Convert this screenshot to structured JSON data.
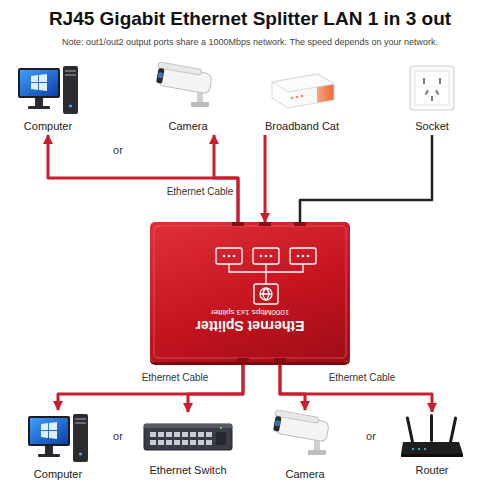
{
  "diagram": {
    "title": "RJ45 Gigabit Ethernet Splitter LAN 1 in 3 out",
    "nodes": [
      {
        "text": [
          "Computer"
        ]
      },
      {
        "text": [
          "Camera"
        ]
      },
      {
        "text": [
          "Broadband Cat"
        ]
      },
      {
        "text": [
          "Socket"
        ]
      },
      {
        "text": [
          "Ethernet Splitter",
          "1000Mbps 1x3 splitter"
        ]
      },
      {
        "text": [
          "Computer"
        ]
      },
      {
        "text": [
          "Ethernet Switch"
        ]
      },
      {
        "text": [
          "Camera"
        ]
      },
      {
        "text": [
          "Router"
        ]
      }
    ],
    "edges": [
      {
        "from": 4,
        "to": 0,
        "arrow": "to"
      },
      {
        "from": 4,
        "to": 1,
        "arrow": "to"
      },
      {
        "from": 2,
        "to": 4,
        "arrow": "to"
      },
      {
        "from": 3,
        "to": 4,
        "arrow": "none"
      },
      {
        "from": 4,
        "to": 5,
        "arrow": "to"
      },
      {
        "from": 4,
        "to": 6,
        "arrow": "to"
      },
      {
        "from": 4,
        "to": 7,
        "arrow": "to"
      },
      {
        "from": 4,
        "to": 8,
        "arrow": "to"
      }
    ],
    "labels": [
      "Note: out1/out2 output ports share a 1000Mbps network. The speed depends on your network.",
      "or",
      "Ethernet Cable",
      "Ethernet Cable",
      "Ethernet Cable",
      "or",
      "or"
    ]
  }
}
